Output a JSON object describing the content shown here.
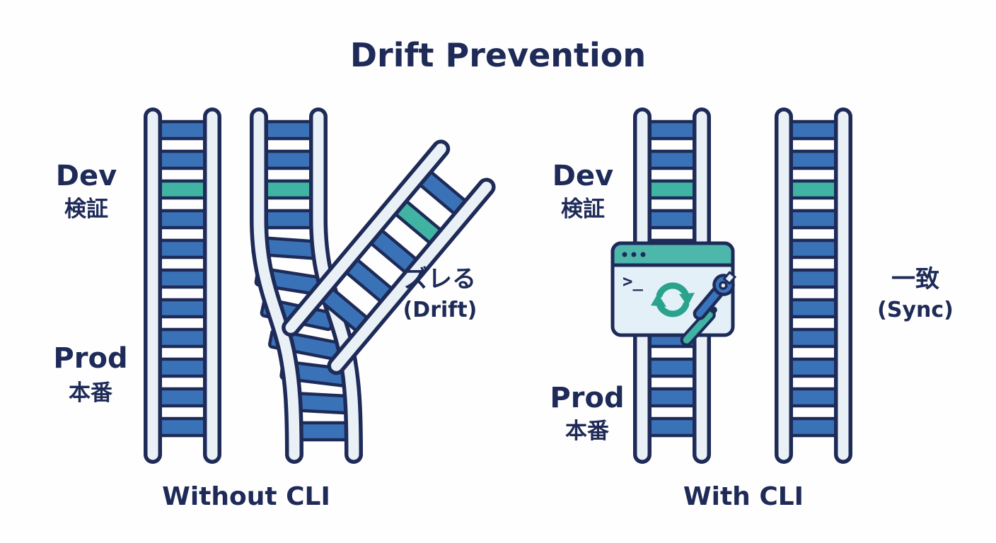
{
  "title": "Drift Prevention",
  "colors": {
    "text_navy": "#1e2b58",
    "tie_blue": "#3a72b8",
    "tie_teal": "#41b3a3",
    "rail_light": "#e9f1f7",
    "window_body": "#e3f0f8",
    "window_header": "#4db7ac",
    "sync_teal": "#2aa38d",
    "wrench_blue": "#3a74bd",
    "background": "#ffffff"
  },
  "left_panel": {
    "dev_label": "Dev",
    "dev_label_jp": "検証",
    "prod_label": "Prod",
    "prod_label_jp": "本番",
    "drift_label_jp": "ズレる",
    "drift_label_en": "(Drift)",
    "caption": "Without CLI"
  },
  "right_panel": {
    "dev_label": "Dev",
    "dev_label_jp": "検証",
    "prod_label": "Prod",
    "prod_label_jp": "本番",
    "sync_label_jp": "一致",
    "sync_label_en": "(Sync)",
    "caption": "With CLI",
    "cli_window": {
      "prompt": ">_"
    }
  }
}
